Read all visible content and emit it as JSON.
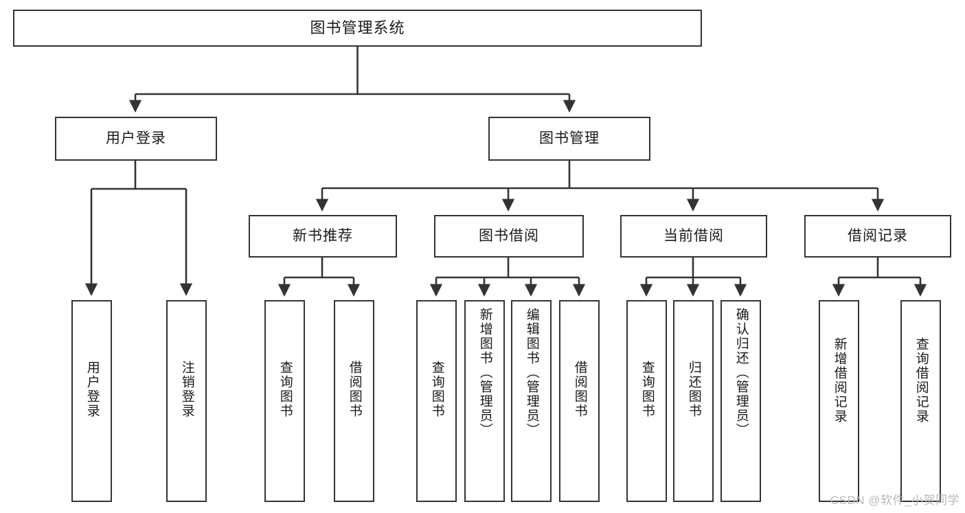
{
  "diagram": {
    "title": "图书管理系统",
    "type": "hierarchy-tree",
    "watermark": "CSDN @软件_小贺同学",
    "colors": {
      "box_stroke": "#333333",
      "box_fill": "#ffffff",
      "edge_stroke": "#333333",
      "text": "#1a1a1a",
      "watermark": "#b9b9b9",
      "background": "#ffffff"
    },
    "nodes": {
      "root": {
        "label": "图书管理系统"
      },
      "level2": [
        {
          "id": "user-login",
          "label": "用户登录"
        },
        {
          "id": "book-manage",
          "label": "图书管理"
        }
      ],
      "level3": [
        {
          "id": "new-book-rec",
          "label": "新书推荐"
        },
        {
          "id": "book-borrow",
          "label": "图书借阅"
        },
        {
          "id": "current-borrow",
          "label": "当前借阅"
        },
        {
          "id": "borrow-record",
          "label": "借阅记录"
        }
      ],
      "leaves": {
        "user_login": [
          {
            "id": "leaf-user-login",
            "label": "用户登录"
          },
          {
            "id": "leaf-logout",
            "label": "注销登录"
          }
        ],
        "new_book_rec": [
          {
            "id": "leaf-query-book-1",
            "label": "查询图书"
          },
          {
            "id": "leaf-borrow-book-1",
            "label": "借阅图书"
          }
        ],
        "book_borrow": [
          {
            "id": "leaf-query-book-2",
            "label": "查询图书"
          },
          {
            "id": "leaf-add-book",
            "label": "新增图书（管理员）"
          },
          {
            "id": "leaf-edit-book",
            "label": "编辑图书（管理员）"
          },
          {
            "id": "leaf-borrow-book-2",
            "label": "借阅图书"
          }
        ],
        "current_borrow": [
          {
            "id": "leaf-query-book-3",
            "label": "查询图书"
          },
          {
            "id": "leaf-return-book",
            "label": "归还图书"
          },
          {
            "id": "leaf-confirm-return",
            "label": "确认归还（管理员）"
          }
        ],
        "borrow_record": [
          {
            "id": "leaf-add-record",
            "label": "新增借阅记录"
          },
          {
            "id": "leaf-query-record",
            "label": "查询借阅记录"
          }
        ]
      }
    }
  }
}
